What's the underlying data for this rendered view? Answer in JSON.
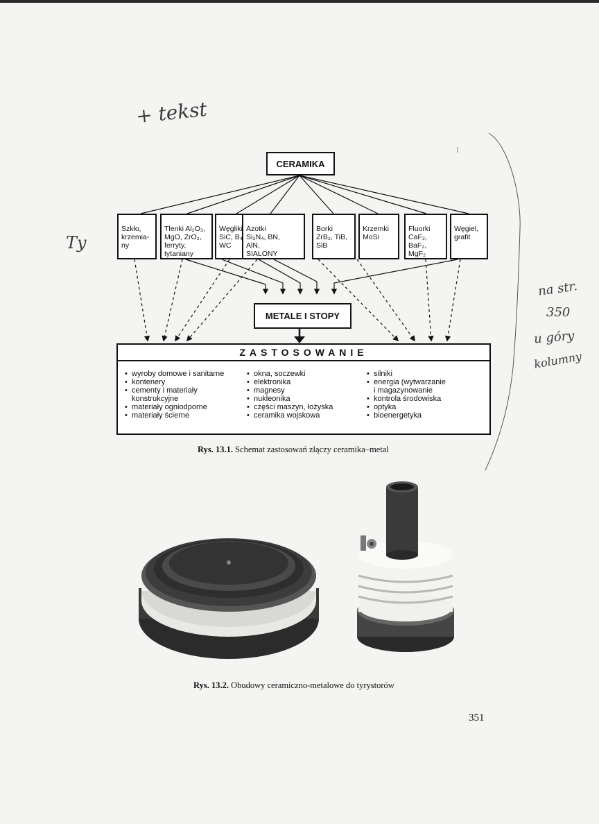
{
  "diagram": {
    "title": "CERAMIKA",
    "categories": [
      {
        "id": "szklo",
        "text": "Szkło,\nkrzemia-\nny"
      },
      {
        "id": "tlenki",
        "text": "Tlenki Al₂O₃,\nMgO, ZrO₂,\nferryty,\ntytaniany"
      },
      {
        "id": "wegliki",
        "text": "Węgliki\nSiC, B₄C,\nWC"
      },
      {
        "id": "azotki",
        "text": "Azotki\nSi₃N₄, BN,\nAlN,\nSIALONY"
      },
      {
        "id": "borki",
        "text": "Borki\nZrB₂, TiB,\nSiB"
      },
      {
        "id": "krzemki",
        "text": "Krzemki\nMoSi"
      },
      {
        "id": "fluorki",
        "text": "Fluorki\nCaF₂,\nBaF₂,\nMgF₂"
      },
      {
        "id": "wegiel",
        "text": "Węgiel,\ngrafit"
      }
    ],
    "metals": "METALE I STOPY",
    "applications_title": "ZASTOSOWANIE",
    "applications": {
      "col1": [
        "wyroby domowe i sanitarne",
        "kontenery",
        "cementy i materiały",
        "materiały ogniodporne",
        "materiały ścierne"
      ],
      "col1_cont": "konstrukcyjne",
      "col2": [
        "okna, soczewki",
        "elektronika",
        "magnesy",
        "nukleonika",
        "części maszyn, łożyska",
        "ceramika wojskowa"
      ],
      "col3": [
        "silniki",
        "energia (wytwarzanie",
        "kontrola środowiska",
        "optyka",
        "bioenergetyka"
      ],
      "col3_cont": "i magazynowanie"
    }
  },
  "caption1": {
    "label": "Rys. 13.1.",
    "text": " Schemat zastosowań złączy ceramika–metal"
  },
  "caption2": {
    "label": "Rys. 13.2.",
    "text": " Obudowy ceramiczno-metalowe do tyrystorów"
  },
  "page_number": "351",
  "handwriting": {
    "top": "+ tekst",
    "left": "Ty",
    "right": [
      "na str.",
      "350",
      "u góry",
      "kolumny"
    ]
  }
}
